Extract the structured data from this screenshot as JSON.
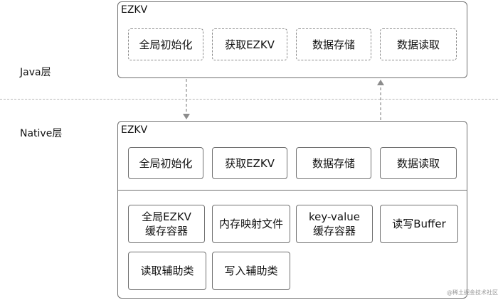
{
  "java_layer": {
    "label": "Java层",
    "panel_title": "EZKV",
    "boxes": [
      "全局初始化",
      "获取EZKV",
      "数据存储",
      "数据读取"
    ]
  },
  "native_layer": {
    "label": "Native层",
    "panel_title": "EZKV",
    "api_boxes": [
      "全局初始化",
      "获取EZKV",
      "数据存储",
      "数据读取"
    ],
    "impl_boxes": [
      {
        "line1": "全局EZKV",
        "line2": "缓存容器"
      },
      {
        "line1": "内存映射文件",
        "line2": ""
      },
      {
        "line1": "key-value",
        "line2": "缓存容器"
      },
      {
        "line1": "读写Buffer",
        "line2": ""
      },
      {
        "line1": "读取辅助类",
        "line2": ""
      },
      {
        "line1": "写入辅助类",
        "line2": ""
      }
    ]
  },
  "watermark": "@稀土掘金技术社区",
  "colors": {
    "border": "#707070",
    "dashed_border": "#8a8a8a",
    "arrow": "#8c8c8c",
    "separator": "#b5b5b5"
  }
}
